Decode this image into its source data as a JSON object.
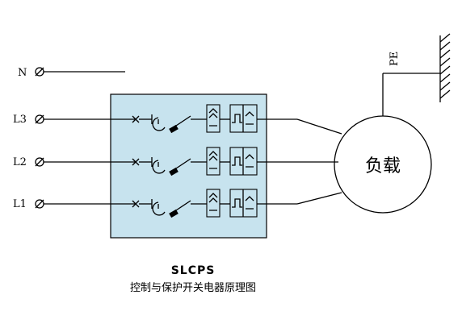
{
  "terminals": {
    "n": "N",
    "l3": "L3",
    "l2": "L2",
    "l1": "L1"
  },
  "pe_label": "PE",
  "load_label": "负载",
  "caption": {
    "title": "SLCPS",
    "subtitle": "控制与保护开关电器原理图"
  },
  "colors": {
    "module_fill": "#c7e3ee",
    "line": "#000000"
  }
}
